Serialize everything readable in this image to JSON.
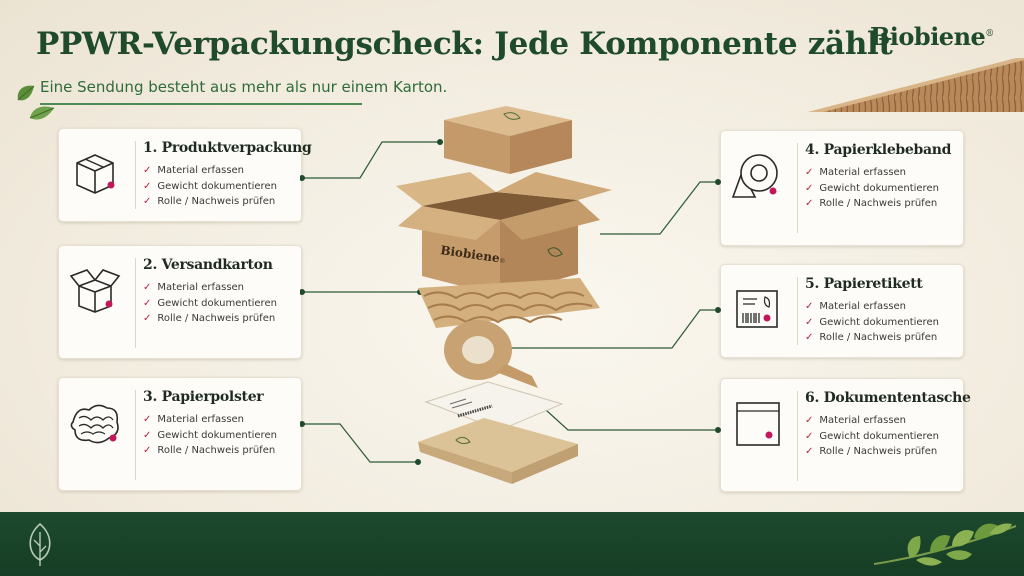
{
  "header": {
    "title": "PPWR-Verpackungscheck: Jede Komponente zählt",
    "subtitle": "Eine Sendung besteht aus mehr als nur einem Karton.",
    "brand": "Biobiene",
    "brand_mark": "®"
  },
  "product_box_brand": "Biobiene",
  "product_box_brand_mark": "®",
  "cards": [
    {
      "title": "1. Produktverpackung",
      "icon": "product-box-icon",
      "items": [
        "Material erfassen",
        "Gewicht dokumentieren",
        "Rolle / Nachweis prüfen"
      ]
    },
    {
      "title": "2. Versandkarton",
      "icon": "open-box-icon",
      "items": [
        "Material erfassen",
        "Gewicht dokumentieren",
        "Rolle / Nachweis prüfen"
      ]
    },
    {
      "title": "3. Papierpolster",
      "icon": "paper-cushion-icon",
      "items": [
        "Material erfassen",
        "Gewicht dokumentieren",
        "Rolle / Nachweis prüfen"
      ]
    },
    {
      "title": "4. Papierklebeband",
      "icon": "tape-roll-icon",
      "items": [
        "Material erfassen",
        "Gewicht dokumentieren",
        "Rolle / Nachweis prüfen"
      ]
    },
    {
      "title": "5. Papieretikett",
      "icon": "label-icon",
      "items": [
        "Material erfassen",
        "Gewicht dokumentieren",
        "Rolle / Nachweis prüfen"
      ]
    },
    {
      "title": "6. Dokumententasche",
      "icon": "document-pouch-icon",
      "items": [
        "Material erfassen",
        "Gewicht dokumentieren",
        "Rolle / Nachweis prüfen"
      ]
    }
  ],
  "check_glyph": "✓",
  "colors": {
    "primary_green": "#1f4a2c",
    "accent_green": "#2f6b3a",
    "check_red": "#b3243d",
    "kraft": "#c9a274",
    "footer": "#1d4a2e"
  }
}
